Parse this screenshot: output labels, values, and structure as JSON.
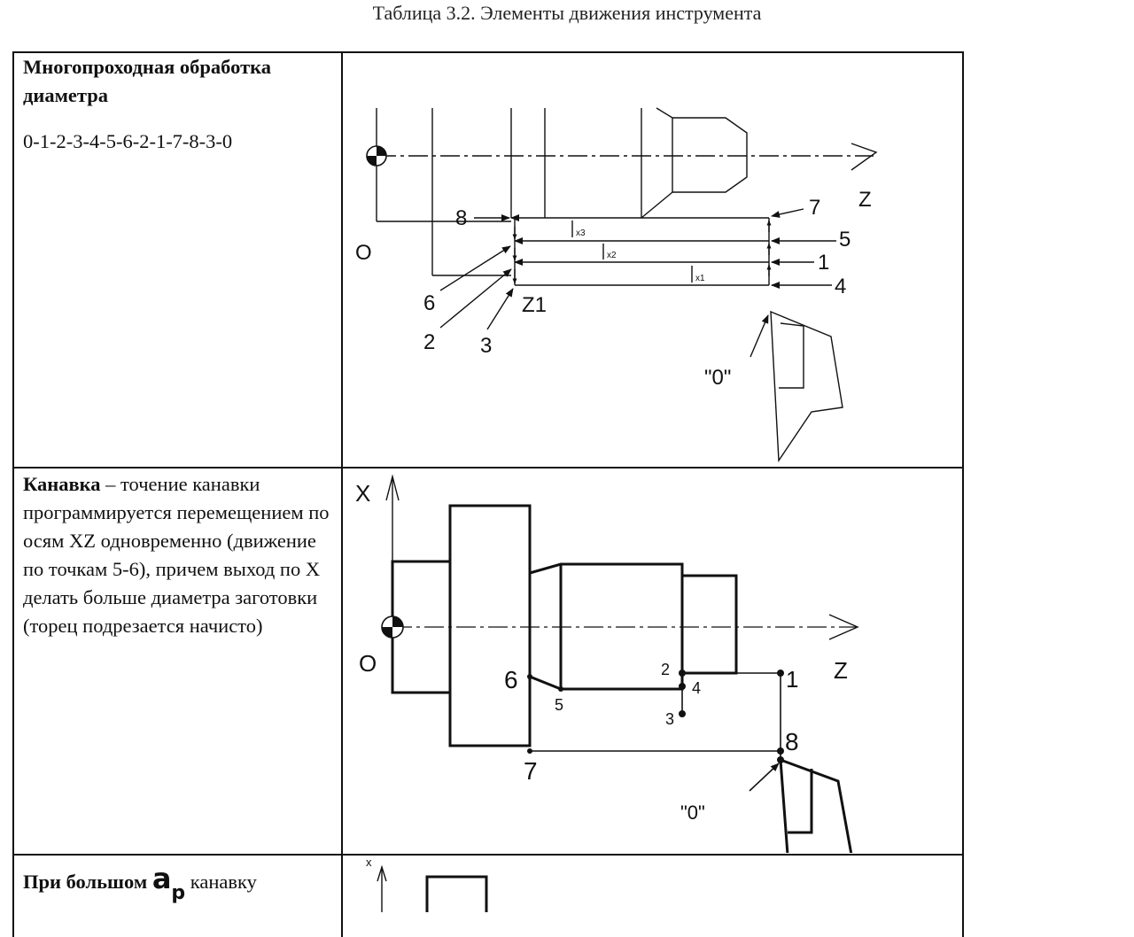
{
  "caption": "Таблица 3.2. Элементы движения инструмента",
  "rows": [
    {
      "title": "Многопроходная обработка диаметра",
      "sequence": "0-1-2-3-4-5-6-2-1-7-8-3-0"
    },
    {
      "title": "Канавка",
      "description": " – точение канавки программируется перемещением по осям XZ одновременно (движение по точкам 5-6), причем выход по X делать больше диаметра заготовки (торец подрезается начисто)"
    },
    {
      "title_start": "При большом ",
      "symbol": "a",
      "symbol_sub": "p",
      "title_end": " канавку"
    }
  ],
  "figure1": {
    "origin": "O",
    "axis": "Z",
    "zero": "\"0\"",
    "z1": "Z1",
    "points": [
      "1",
      "2",
      "3",
      "4",
      "5",
      "6",
      "7",
      "8"
    ],
    "dims": [
      "x3",
      "x2",
      "x1"
    ]
  },
  "figure2": {
    "axis_x": "X",
    "axis_z": "Z",
    "origin": "O",
    "zero": "\"0\"",
    "points": [
      "1",
      "2",
      "3",
      "4",
      "5",
      "6",
      "7",
      "8"
    ]
  },
  "figure3": {
    "axis_x": "x"
  }
}
